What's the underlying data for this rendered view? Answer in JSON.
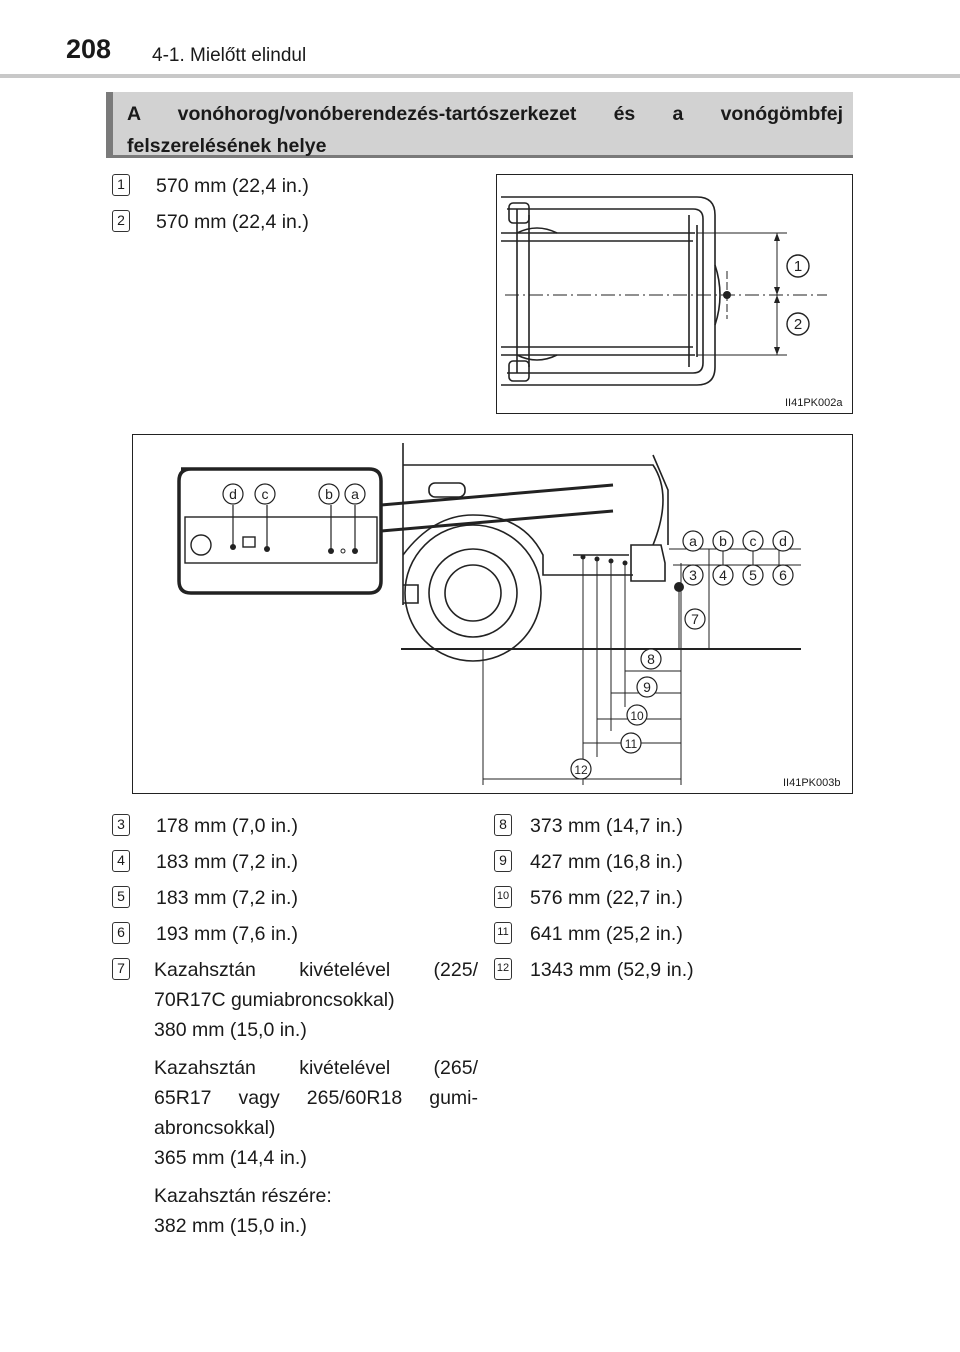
{
  "header": {
    "page_number": "208",
    "chapter": "4-1. Mielőtt elindul"
  },
  "section": {
    "title_line1": "A vonóhorog/vonóberendezés-tartószerkezet és a vonógömbfej",
    "title_line2": "felszerelésének helye"
  },
  "top_items": [
    {
      "num": "1",
      "text": "570 mm (22,4 in.)"
    },
    {
      "num": "2",
      "text": "570 mm (22,4 in.)"
    }
  ],
  "figure1": {
    "code": "II41PK002a",
    "callouts": [
      "1",
      "2"
    ]
  },
  "figure2": {
    "code": "II41PK003b",
    "letters": [
      "d",
      "c",
      "b",
      "a"
    ],
    "letters_right": [
      "a",
      "b",
      "c",
      "d"
    ],
    "numbers_row": [
      "3",
      "4",
      "5",
      "6"
    ],
    "callouts": [
      "7",
      "8",
      "9",
      "10",
      "11",
      "12"
    ]
  },
  "left_items": [
    {
      "num": "3",
      "text": "178 mm (7,0 in.)"
    },
    {
      "num": "4",
      "text": "183 mm (7,2 in.)"
    },
    {
      "num": "5",
      "text": "183 mm (7,2 in.)"
    },
    {
      "num": "6",
      "text": "193 mm (7,6 in.)"
    }
  ],
  "item7": {
    "num": "7",
    "line1": "Kazahsztán kivételével (225/",
    "line2": "70R17C gumiabroncsokkal)",
    "line3": "380 mm (15,0 in.)",
    "p2_line1": "Kazahsztán kivételével (265/",
    "p2_line2": "65R17 vagy 265/60R18 gumi-",
    "p2_line3": "abroncsokkal)",
    "p2_line4": "365 mm (14,4 in.)",
    "p3_line1": "Kazahsztán részére:",
    "p3_line2": "382 mm (15,0 in.)"
  },
  "right_items": [
    {
      "num": "8",
      "text": "373 mm (14,7 in.)"
    },
    {
      "num": "9",
      "text": "427 mm (16,8 in.)"
    },
    {
      "num": "10",
      "text": "576 mm (22,7 in.)"
    },
    {
      "num": "11",
      "text": "641 mm (25,2 in.)"
    },
    {
      "num": "12",
      "text": "1343 mm (52,9 in.)"
    }
  ]
}
